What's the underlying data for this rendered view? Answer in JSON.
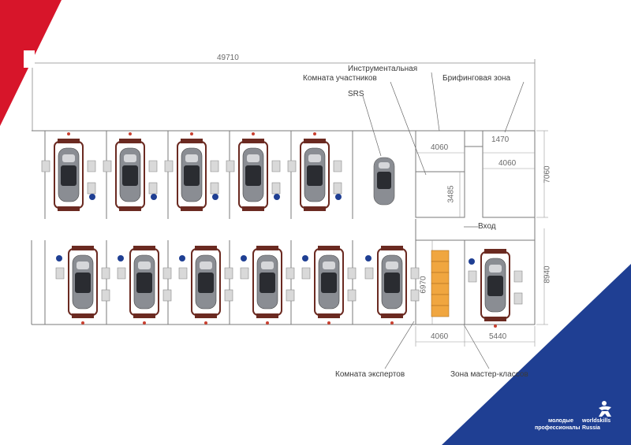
{
  "colors": {
    "brand_red": "#d7152a",
    "brand_blue": "#1f3f93",
    "line": "#8a8a8a",
    "car_body": "#8a8d93",
    "lift": "#6b2a21",
    "equipment": "#d9d9d9",
    "table_fill": "#f0a640"
  },
  "labels": {
    "instrumental": "Инструментальная",
    "participants_room": "Комната участников",
    "briefing_zone": "Брифинговая зона",
    "srs": "SRS",
    "entrance": "Вход",
    "experts_room": "Комната экспертов",
    "masterclass_zone": "Зона мастер-классов"
  },
  "dimensions": {
    "total_length": "49710",
    "tool_room_width": "4060",
    "participants_height": "3485",
    "briefing_small": "1470",
    "briefing_width": "4060",
    "right_height_top": "7060",
    "right_height_bottom": "8940",
    "experts_height": "6970",
    "experts_width": "4060",
    "masterclass_width": "5440"
  },
  "logo": {
    "line1": "молодые",
    "line2": "профессионалы",
    "brand1": "worldskills",
    "brand2": "Russia",
    "icon": "worldskills-figure-icon"
  }
}
